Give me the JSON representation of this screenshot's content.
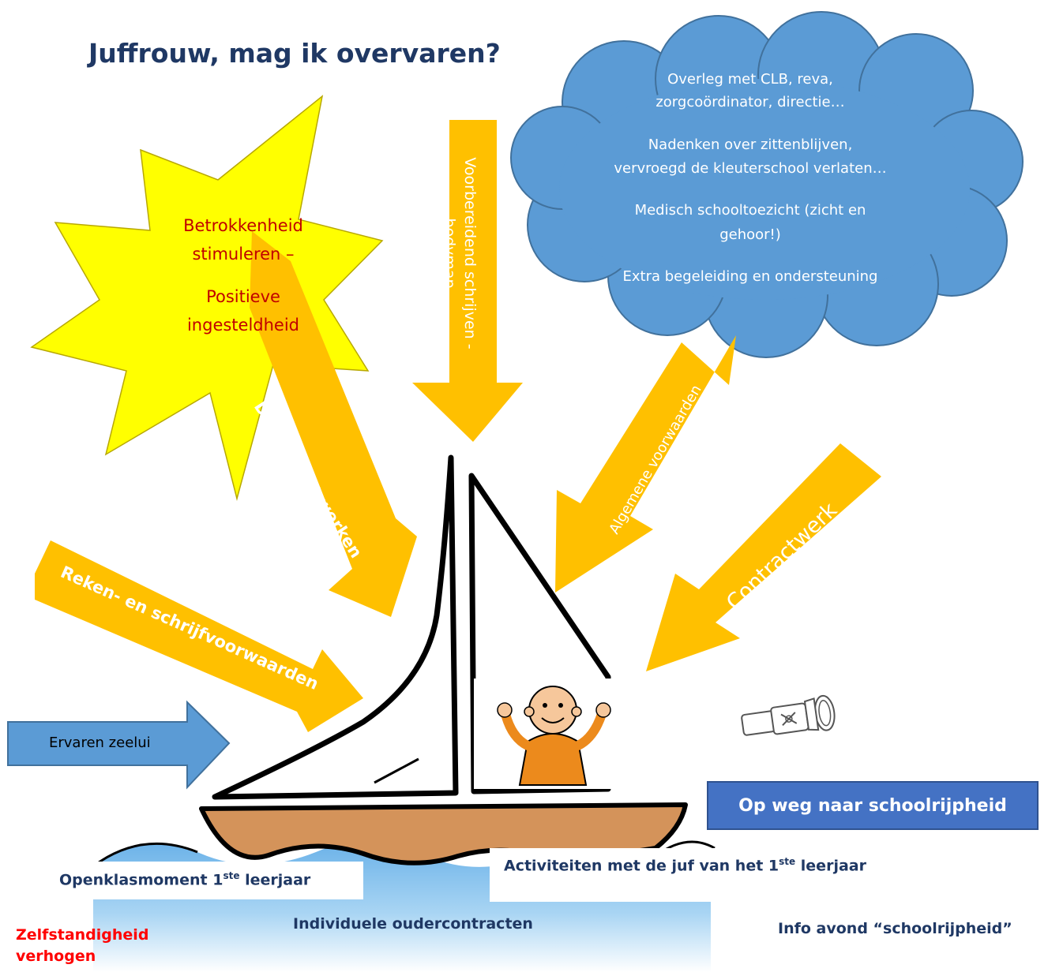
{
  "title": "Juffrouw, mag ik overvaren?",
  "cloud": {
    "lines": [
      "Overleg met CLB, reva,",
      "zorgcoördinator, directie…",
      "Nadenken over zittenblijven,",
      "vervroegd de kleuterschool verlaten…",
      "Medisch schooltoezicht (zicht en",
      "gehoor!)",
      "Extra begeleiding en ondersteuning"
    ]
  },
  "sun": {
    "line1": "Betrokkenheid",
    "line2": "stimuleren –",
    "line3": "Positieve",
    "line4": "ingesteldheid"
  },
  "arrows": {
    "voorbereidend_line1": "Voorbereidend schrijven -",
    "voorbereidend_line2": "bodymap",
    "doelgericht": "Doelgericht werken",
    "algemene": "Algemene voorwaarden",
    "contractwerk": "Contractwerk",
    "reken": "Reken- en schrijfvoorwaarden",
    "ervaren": "Ervaren zeelui"
  },
  "badge": "Op weg naar schoolrijpheid",
  "bottom": {
    "openklas_pre": "Openklasmoment 1",
    "openklas_sup": "ste",
    "openklas_post": " leerjaar",
    "activiteiten_pre": "Activiteiten met de juf van het 1",
    "activiteiten_sup": "ste",
    "activiteiten_post": " leerjaar",
    "oudercontracten": "Individuele oudercontracten",
    "info_avond": "Info avond “schoolrijpheid”",
    "zelfstandigheid_line1": "Zelfstandigheid",
    "zelfstandigheid_line2": "verhogen"
  },
  "colors": {
    "arrow_orange": "#ffc000",
    "cloud_blue": "#5b9bd5",
    "sun_yellow": "#ffff00",
    "hull_brown": "#d4935a",
    "title_navy": "#1f3864",
    "badge_blue": "#4472c4",
    "sun_text_red": "#c00000"
  }
}
